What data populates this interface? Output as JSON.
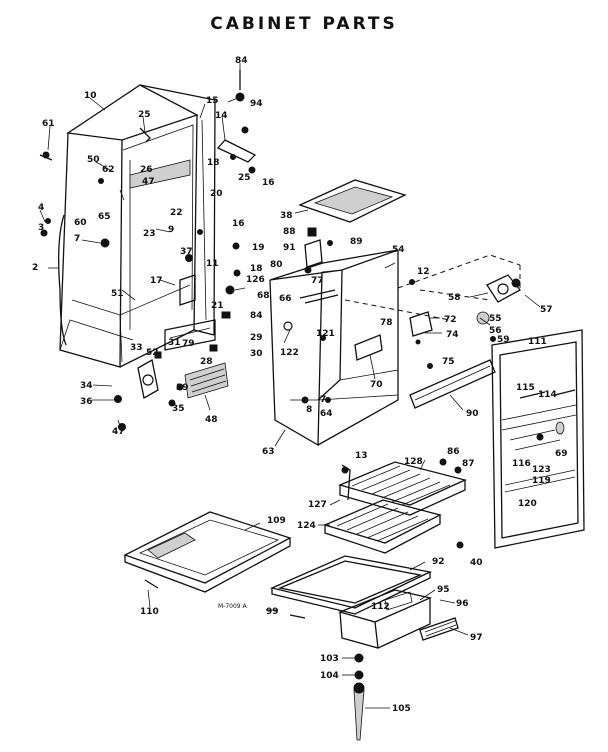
{
  "title": "CABINET PARTS",
  "drawing_code": "M-7009 A",
  "labels": {
    "p84a": "84",
    "p94": "94",
    "p15": "15",
    "p14": "14",
    "p16a": "16",
    "p18a": "18",
    "p25b": "25",
    "p10": "10",
    "p61": "61",
    "p25a": "25",
    "p50": "50",
    "p62": "62",
    "p26": "26",
    "p47a": "47",
    "p60": "60",
    "p65": "65",
    "p22": "22",
    "p4": "4",
    "p3": "3",
    "p7": "7",
    "p23": "23",
    "p9": "9",
    "p20": "20",
    "p16b": "16",
    "p19": "19",
    "p2": "2",
    "p17": "17",
    "p37": "37",
    "p11": "11",
    "p18b": "18",
    "p126": "126",
    "p68": "68",
    "p51": "51",
    "p21": "21",
    "p84b": "84",
    "p29": "29",
    "p31": "31",
    "p79": "79",
    "p33": "33",
    "p52": "52",
    "p28": "28",
    "p30": "30",
    "p34": "34",
    "p36": "36",
    "p39": "39",
    "p35": "35",
    "p48": "48",
    "p47b": "47",
    "p38": "38",
    "p88": "88",
    "p91": "91",
    "p89": "89",
    "p54": "54",
    "p80": "80",
    "p77": "77",
    "p66": "66",
    "p12": "12",
    "p58": "58",
    "p57": "57",
    "p55": "55",
    "p56": "56",
    "p72": "72",
    "p74": "74",
    "p78": "78",
    "p122": "122",
    "p121": "121",
    "p59": "59",
    "p111": "111",
    "p70": "70",
    "p75": "75",
    "p115": "115",
    "p114": "114",
    "p7b": "7",
    "p64": "64",
    "p8": "8",
    "p63": "63",
    "p90": "90",
    "p69": "69",
    "p116": "116",
    "p123": "123",
    "p119": "119",
    "p120": "120",
    "p13": "13",
    "p128": "128",
    "p86": "86",
    "p87": "87",
    "p127": "127",
    "p109": "109",
    "p124": "124",
    "p40": "40",
    "p92": "92",
    "p110": "110",
    "p95": "95",
    "p99": "99",
    "p112": "112",
    "p96": "96",
    "p97": "97",
    "p103": "103",
    "p104": "104",
    "p105": "105"
  }
}
